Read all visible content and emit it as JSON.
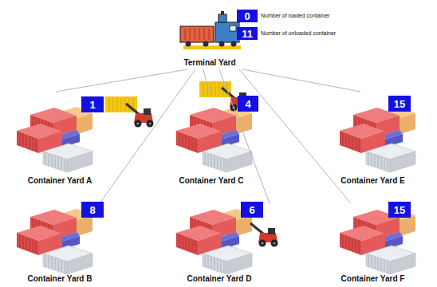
{
  "diagram": {
    "nodes": [
      {
        "text": [
          "0"
        ]
      },
      {
        "text": [
          "11"
        ]
      },
      {
        "text": [
          "Terminal Yard"
        ]
      },
      {
        "text": [
          "Container Yard A"
        ]
      },
      {
        "text": [
          "1"
        ]
      },
      {
        "text": [
          "Container Yard C"
        ]
      },
      {
        "text": [
          "4"
        ]
      },
      {
        "text": [
          "Container Yard E"
        ]
      },
      {
        "text": [
          "15"
        ]
      },
      {
        "text": [
          "Container Yard B"
        ]
      },
      {
        "text": [
          "8"
        ]
      },
      {
        "text": [
          "Container Yard D"
        ]
      },
      {
        "text": [
          "6"
        ]
      },
      {
        "text": [
          "Container Yard F"
        ]
      },
      {
        "text": [
          "15"
        ]
      }
    ],
    "edges": [
      {
        "from": 2,
        "to": 3,
        "arrow": "none"
      },
      {
        "from": 2,
        "to": 9,
        "arrow": "none"
      },
      {
        "from": 2,
        "to": 5,
        "arrow": "none"
      },
      {
        "from": 2,
        "to": 11,
        "arrow": "none"
      },
      {
        "from": 2,
        "to": 13,
        "arrow": "none"
      },
      {
        "from": 2,
        "to": 7,
        "arrow": "none"
      }
    ],
    "labels": [
      "Number of loaded container",
      "Number of unloaded container"
    ]
  }
}
